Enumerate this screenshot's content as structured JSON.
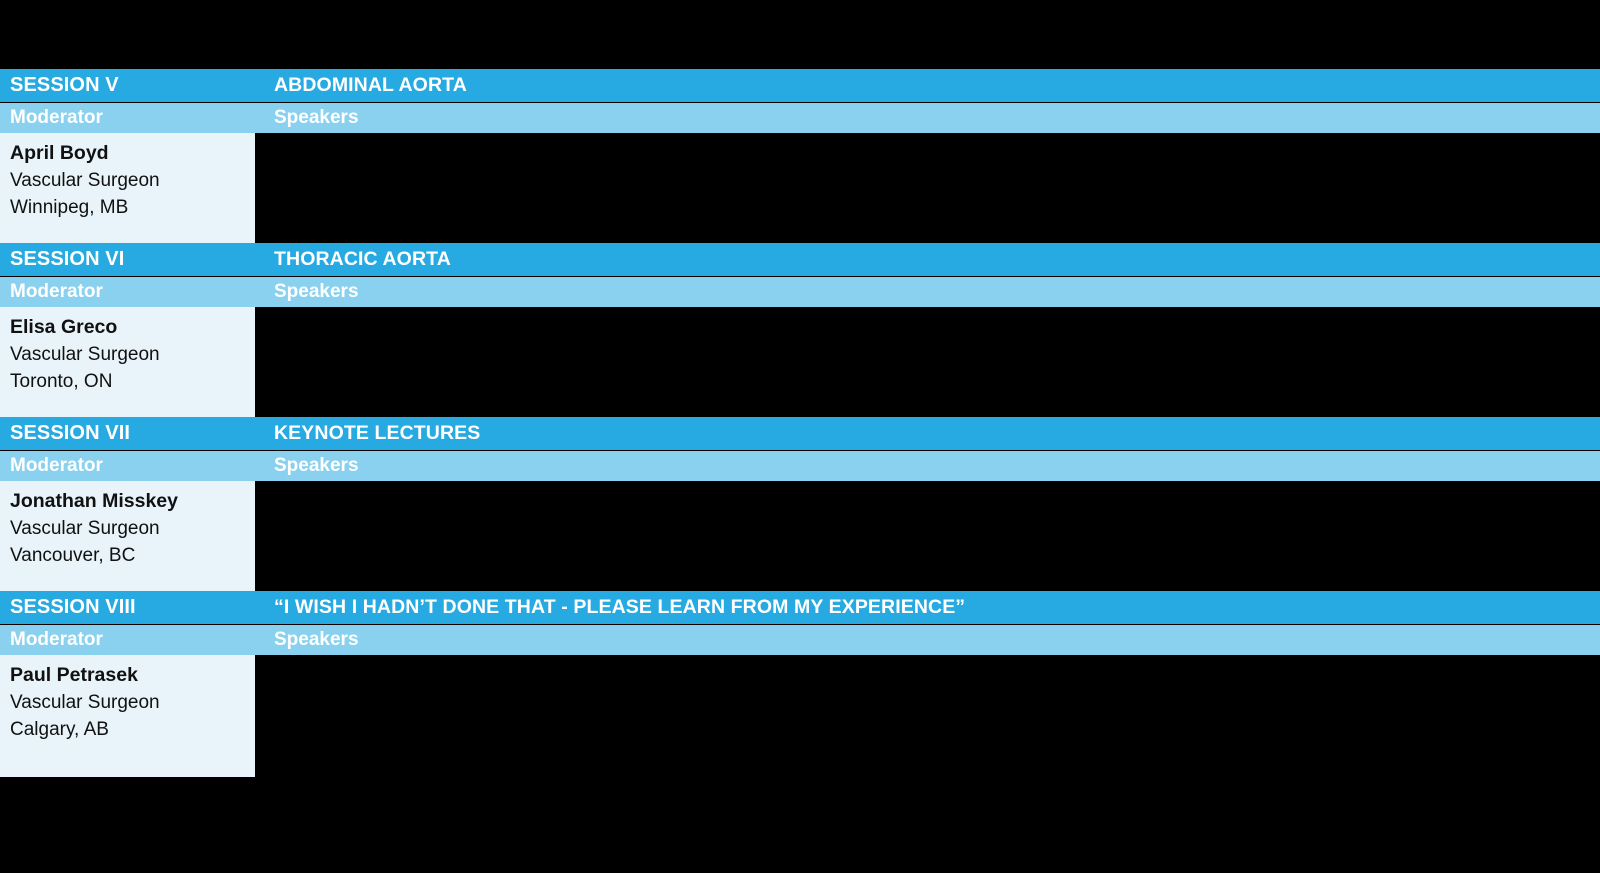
{
  "slide": {
    "background_color": "#000000",
    "accent_dark": "#27AAE1",
    "accent_light": "#89D1EE",
    "cell_tint": "#E8F4FA",
    "redaction_color": "#000000"
  },
  "labels": {
    "moderator": "Moderator",
    "speakers": "Speakers"
  },
  "sessions": [
    {
      "number": "SESSION V",
      "title": "ABDOMINAL AORTA",
      "moderator": {
        "name": "April Boyd",
        "role": "Vascular Surgeon",
        "city": "Winnipeg, MB"
      },
      "speakers": [
        "",
        "",
        "",
        "",
        ""
      ]
    },
    {
      "number": "SESSION VI",
      "title": "THORACIC AORTA",
      "moderator": {
        "name": "Elisa Greco",
        "role": "Vascular Surgeon",
        "city": "Toronto, ON"
      },
      "speakers": [
        "",
        "",
        "",
        "",
        ""
      ]
    },
    {
      "number": "SESSION VII",
      "title": "KEYNOTE LECTURES",
      "moderator": {
        "name": "Jonathan Misskey",
        "role": "Vascular Surgeon",
        "city": "Vancouver, BC"
      },
      "speakers": [
        "",
        "",
        "",
        "",
        ""
      ]
    },
    {
      "number": "SESSION VIII",
      "title": "“I WISH I HADN’T DONE THAT - PLEASE LEARN FROM MY EXPERIENCE”",
      "moderator": {
        "name": "Paul Petrasek",
        "role": "Vascular Surgeon",
        "city": "Calgary, AB"
      },
      "speakers": [
        "",
        "",
        "",
        "",
        ""
      ]
    }
  ]
}
